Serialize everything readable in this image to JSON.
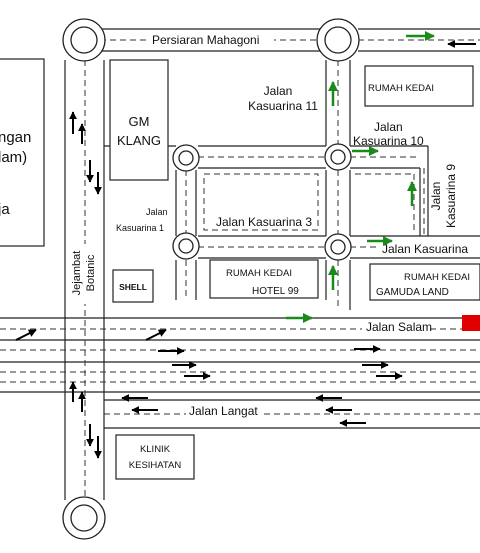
{
  "roads": {
    "persiaran_mahagoni": "Persiaran Mahagoni",
    "jalan_kasuarina_11": [
      "Jalan",
      "Kasuarina 11"
    ],
    "jalan_kasuarina_10": [
      "Jalan",
      "Kasuarina 10"
    ],
    "jalan_kasuarina_9": [
      "Jalan",
      "Kasuarina 9"
    ],
    "jalan_kasuarina_1": [
      "Jalan",
      "Kasuarina 1"
    ],
    "jalan_kasuarina_3": "Jalan Kasuarina 3",
    "jalan_kasuarina_right": "Jalan Kasuarina",
    "jalan_salam": "Jalan Salam",
    "jalan_langat": "Jalan Langat",
    "jejambat_botanic": [
      "Jejambat",
      "Botanic"
    ]
  },
  "buildings": {
    "gm_klang": [
      "GM",
      "KLANG"
    ],
    "rumah_kedai_top": "RUMAH KEDAI",
    "rumah_kedai_hotel": [
      "RUMAH KEDAI",
      "HOTEL 99"
    ],
    "rumah_kedai_gamuda": [
      "RUMAH KEDAI",
      "GAMUDA LAND"
    ],
    "shell": "SHELL",
    "klinik": [
      "KLINIK",
      "KESIHATAN"
    ],
    "left_building_lines": [
      "ngan",
      "lam)",
      "ja"
    ]
  },
  "colors": {
    "green_arrow": "#1a8a1a",
    "black_arrow": "#000000",
    "red_marker": "#e00000",
    "road_line": "#222222"
  }
}
